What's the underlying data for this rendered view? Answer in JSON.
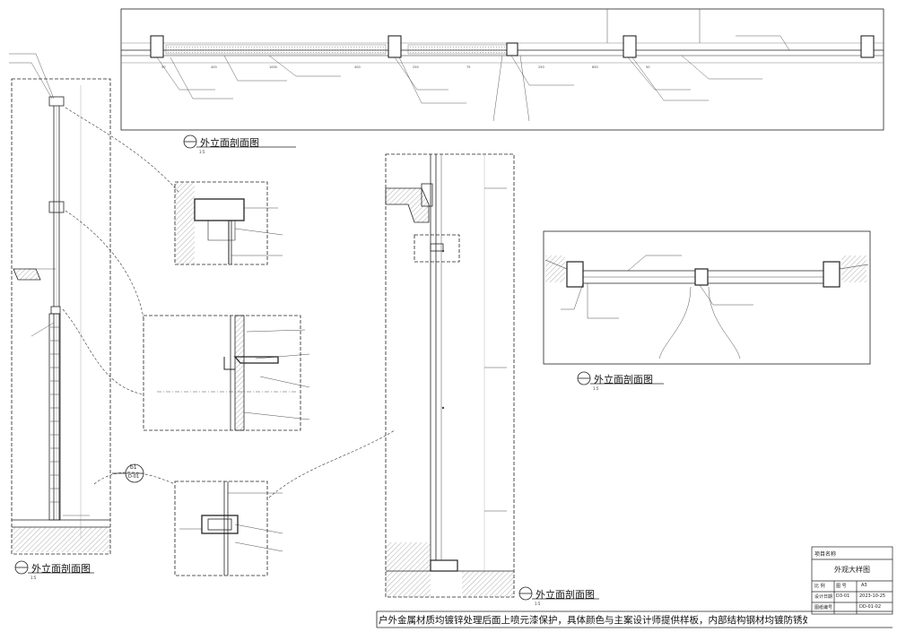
{
  "titles": {
    "top": "外立面剖面图",
    "left": "外立面剖面图",
    "right_mid": "外立面剖面图",
    "center_bottom": "外立面剖面图"
  },
  "scales": {
    "s1": "1:5",
    "s2": "1:5",
    "s3": "1:5",
    "s4": "1:5"
  },
  "bubble": {
    "num": "b1",
    "sheet": "D-01"
  },
  "title_block": {
    "project_label": "项目名称",
    "drawing_name": "外观大样图",
    "row2_a": "比 例",
    "row2_b": "A3",
    "row3_a": "设计日期",
    "row3_b": "2023-10-25",
    "row4_a": "图纸编号",
    "row4_b": "DD-01-02",
    "row5_a": "图 号",
    "row5_b": "D3-01"
  },
  "footer_note": "户外金属材质均镀锌处理后面上喷元漆保护，具体颜色与主案设计师提供样板，内部结构钢材均镀防锈处理。"
}
